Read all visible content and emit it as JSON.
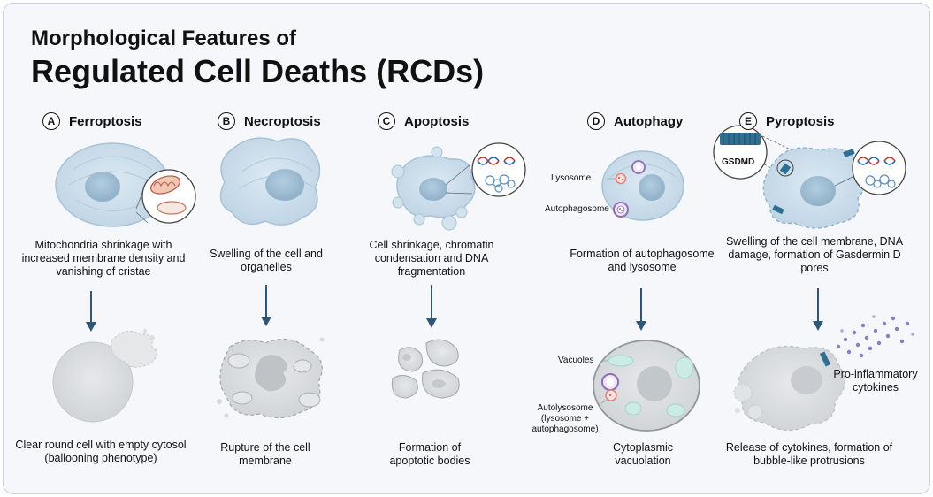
{
  "title": {
    "line1": "Morphological Features of",
    "line2": "Regulated Cell Deaths (RCDs)"
  },
  "panels": [
    {
      "letter": "A",
      "name": "Ferroptosis",
      "description": "Mitochondria shrinkage with increased membrane density and vanishing of cristae",
      "outcome": "Clear round cell with empty cytosol (ballooning phenotype)"
    },
    {
      "letter": "B",
      "name": "Necroptosis",
      "description": "Swelling of the cell and organelles",
      "outcome": "Rupture of the cell membrane"
    },
    {
      "letter": "C",
      "name": "Apoptosis",
      "description": "Cell shrinkage, chromatin condensation and DNA fragmentation",
      "outcome": "Formation of apoptotic bodies"
    },
    {
      "letter": "D",
      "name": "Autophagy",
      "description": "Formation of autophagosome and lysosome",
      "outcome": "Cytoplasmic vacuolation",
      "labels": {
        "lysosome": "Lysosome",
        "autophagosome": "Autophagosome",
        "vacuoles": "Vacuoles",
        "autolysosome_l1": "Autolysosome",
        "autolysosome_l2": "(lysosome +",
        "autolysosome_l3": "autophagosome)"
      }
    },
    {
      "letter": "E",
      "name": "Pyroptosis",
      "description": "Swelling of the cell membrane, DNA damage, formation of Gasdermin D pores",
      "outcome": "Release of cytokines, formation of bubble-like protrusions",
      "labels": {
        "gsdmd": "GSDMD",
        "cytokines_l1": "Pro-inflammatory",
        "cytokines_l2": "cytokines"
      }
    }
  ],
  "colors": {
    "arrow": "#2f5577",
    "cell_fill": "#cfe0ec",
    "cell_stroke": "#a8c2d6",
    "nucleus": "#9fbdd2",
    "dead_cell": "#d9dcdf",
    "lysosome": "#e6837e",
    "autophagosome": "#8e6db0",
    "vacuole": "#cdebe6",
    "cytokine": "#8e7cc3",
    "dna_red": "#c0392b",
    "dna_blue": "#2e5fa3",
    "pore": "#2f6f91"
  }
}
